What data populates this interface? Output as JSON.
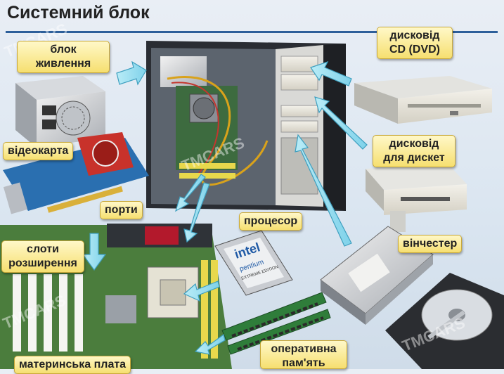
{
  "title": "Системний блок",
  "labels": {
    "power_supply": [
      "блок",
      "живлення"
    ],
    "video_card": "відеокарта",
    "ports": "порти",
    "expansion_slots": [
      "слоти",
      "розширення"
    ],
    "motherboard": "материнська плата",
    "cd_drive": [
      "дисковід",
      "CD (DVD)"
    ],
    "floppy_drive": [
      "дисковід",
      "для дискет"
    ],
    "processor": "процесор",
    "hard_drive": "вінчестер",
    "ram": [
      "оперативна",
      "пам'ять"
    ]
  },
  "chip_text": {
    "brand": "intel",
    "model": "pentium",
    "edition": "EXTREME EDITION"
  },
  "watermark": "TMCARS"
}
